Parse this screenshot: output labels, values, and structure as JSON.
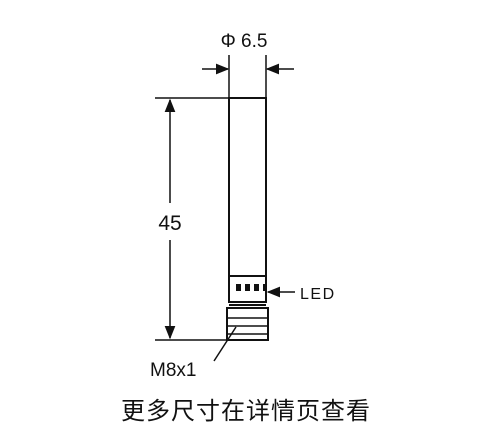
{
  "drawing": {
    "diameter_label": "Φ 6.5",
    "length_label": "45",
    "led_label": "LED",
    "thread_label": "M8x1"
  },
  "caption": "更多尺寸在详情页查看",
  "colors": {
    "line": "#111111",
    "background": "#ffffff"
  }
}
